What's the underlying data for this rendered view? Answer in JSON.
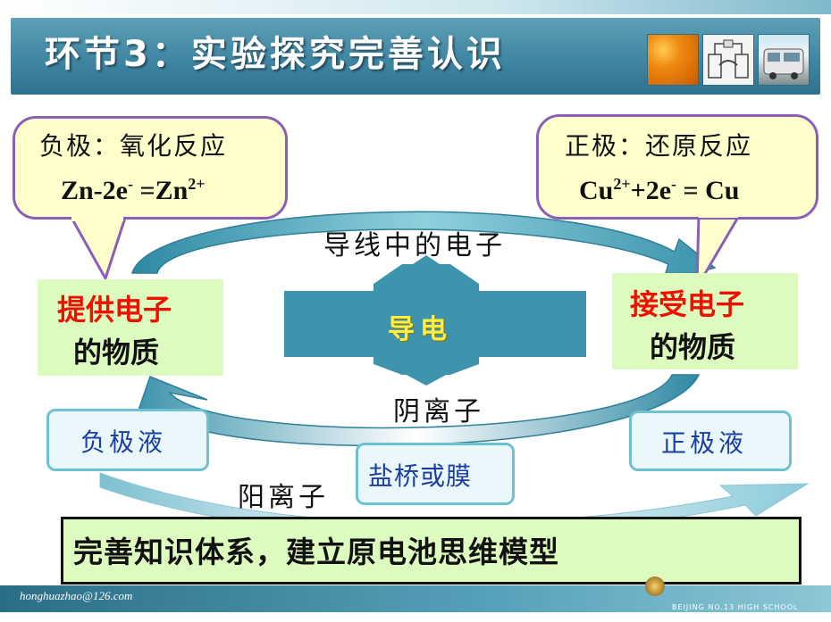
{
  "title": "环节3：实验探究完善认识",
  "images": [
    "oranges-image",
    "apparatus-image",
    "bus-image"
  ],
  "negative_callout": {
    "label": "负极：氧化反应",
    "equation": {
      "prefix": "Zn-2e",
      "sup1": "-",
      "mid": " =Zn",
      "sup2": "2+"
    }
  },
  "positive_callout": {
    "label": "正极：还原反应",
    "equation": {
      "prefix": "Cu",
      "sup1": "2+",
      "mid": "+2e",
      "sup2": "-",
      "suffix": " = Cu"
    }
  },
  "left_box": {
    "line1": "提供电子",
    "line2": "的物质"
  },
  "right_box": {
    "line1": "接受电子",
    "line2": "的物质"
  },
  "center_label": "导电",
  "wire_electrons": "导线中的电子",
  "anions": "阴离子",
  "cations": "阳离子",
  "negative_solution": "负极液",
  "positive_solution": "正极液",
  "salt_bridge": "盐桥或膜",
  "summary": "完善知识体系，建立原电池思维模型",
  "footer": {
    "email": "honghuazhao@126.com",
    "school": "BEIJING NO.13 HIGH SCHOOL"
  },
  "colors": {
    "accent": "#3f86a2",
    "callout_fill": "#ffffcc",
    "callout_border": "#8a5fb6",
    "box_fill": "#ddfabf",
    "highlight": "#ee1100"
  }
}
